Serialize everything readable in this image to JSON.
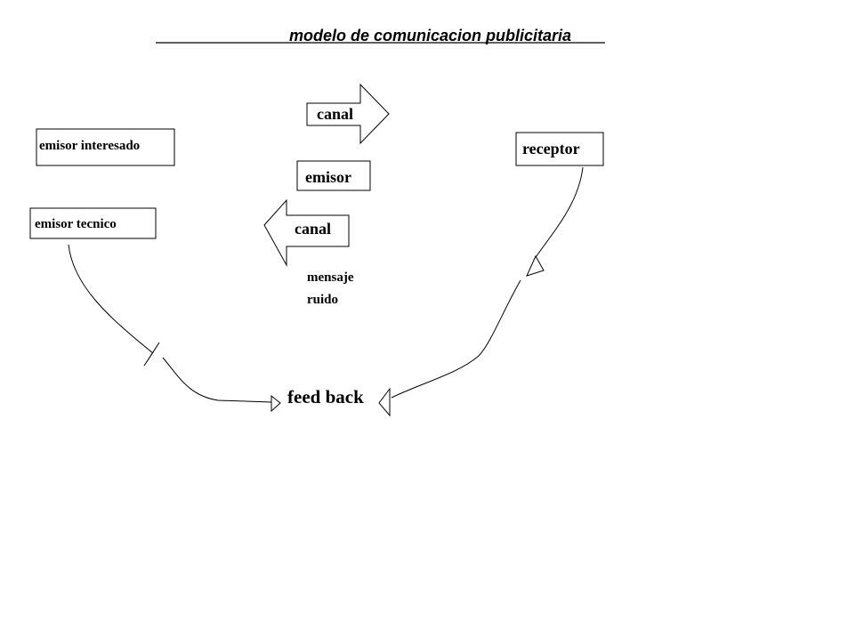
{
  "title": "modelo de comunicacion publicitaria",
  "nodes": {
    "emisor_interesado": "emisor interesado",
    "emisor_tecnico": "emisor tecnico",
    "canal_top": "canal",
    "emisor": "emisor",
    "canal_bottom": "canal",
    "mensaje": "mensaje",
    "ruido": "ruido",
    "receptor": "receptor",
    "feed_back": "feed back"
  },
  "colors": {
    "stroke": "#000000",
    "background": "#ffffff"
  }
}
